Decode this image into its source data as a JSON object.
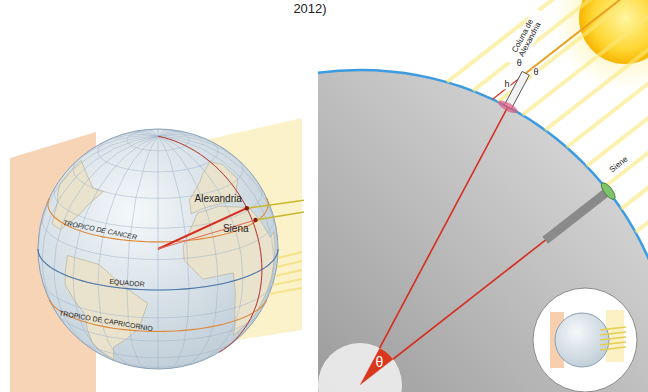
{
  "diagram": {
    "labels": [
      "2012)",
      "Alexandria",
      "Siena",
      "TROPICO DE CANCER",
      "EQUADOR",
      "TROPICO DE CAPRICORNIO",
      "Coluna de Alexandria",
      "θ",
      "θ",
      "h",
      "Siene",
      "θ"
    ]
  }
}
